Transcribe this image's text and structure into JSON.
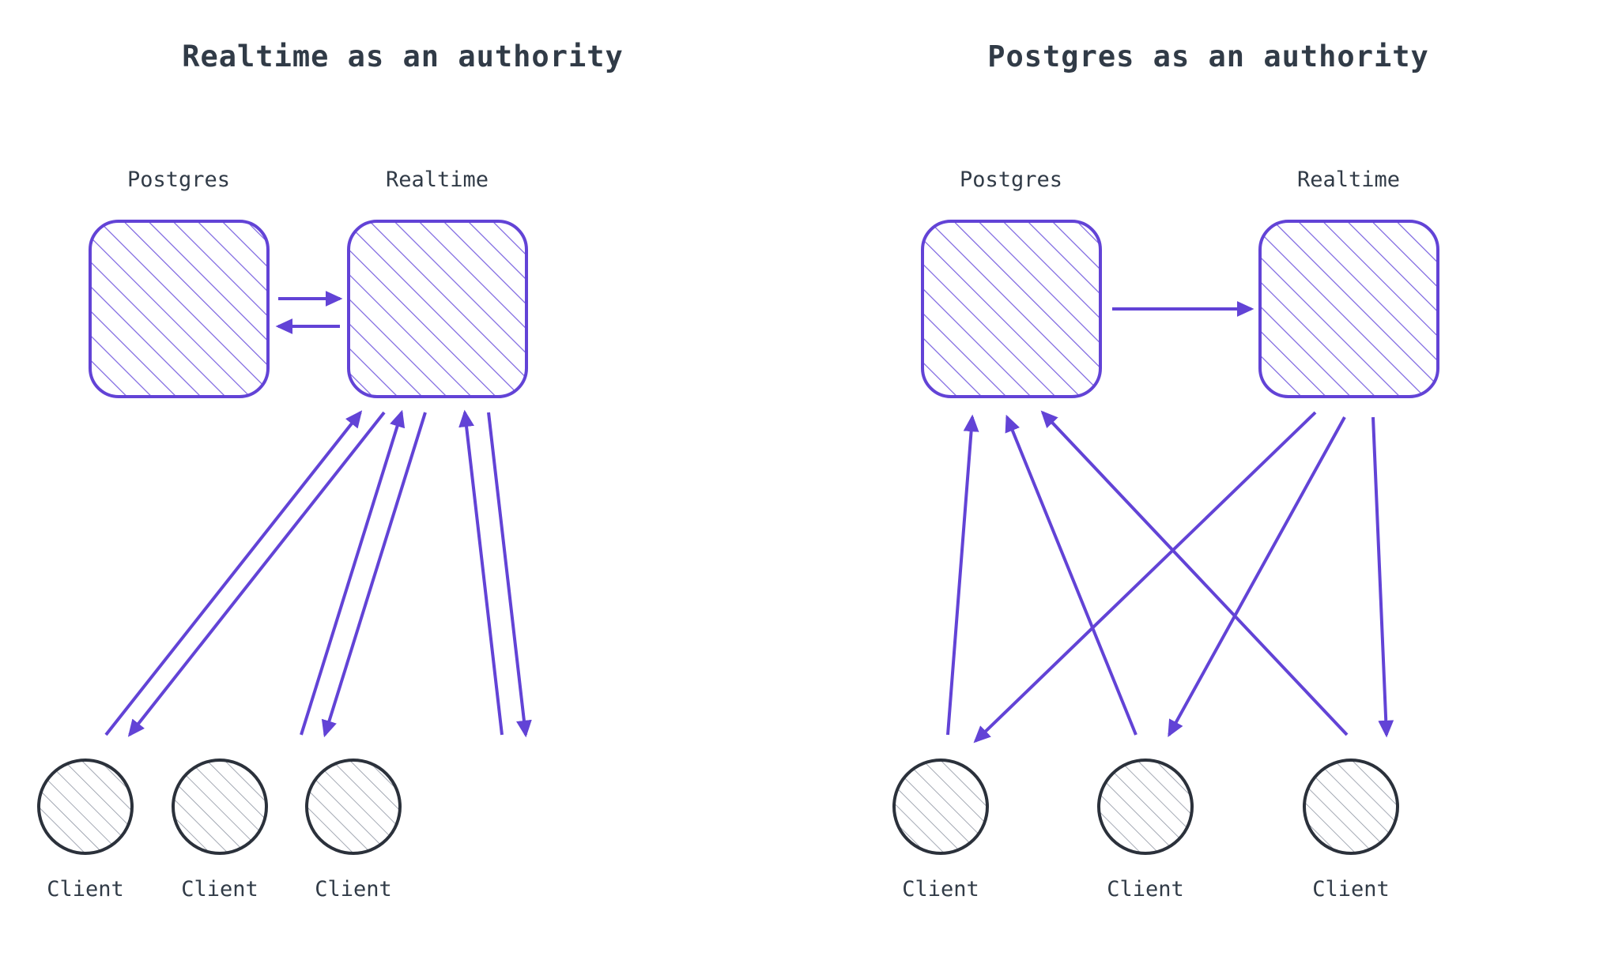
{
  "diagram": {
    "type": "architecture-comparison",
    "background": "#ffffff",
    "accent_color": "#6243d6",
    "node_stroke_dark": "#2b313b",
    "hatch_color_purple": "#7a62e0",
    "hatch_color_gray": "#8d93a1",
    "text_color": "#313b47"
  },
  "panels": [
    {
      "id": "realtime-authority",
      "title": "Realtime as an authority",
      "services": [
        {
          "id": "postgres",
          "label": "Postgres"
        },
        {
          "id": "realtime",
          "label": "Realtime"
        }
      ],
      "clients": [
        {
          "id": "client-1",
          "label": "Client"
        },
        {
          "id": "client-2",
          "label": "Client"
        },
        {
          "id": "client-3",
          "label": "Client"
        }
      ],
      "edges": [
        {
          "from": "postgres",
          "to": "realtime",
          "direction": "forward"
        },
        {
          "from": "realtime",
          "to": "postgres",
          "direction": "forward"
        },
        {
          "from": "client-1",
          "to": "realtime",
          "direction": "bidirectional"
        },
        {
          "from": "client-2",
          "to": "realtime",
          "direction": "bidirectional"
        },
        {
          "from": "client-3",
          "to": "realtime",
          "direction": "bidirectional"
        }
      ]
    },
    {
      "id": "postgres-authority",
      "title": "Postgres as an authority",
      "services": [
        {
          "id": "postgres",
          "label": "Postgres"
        },
        {
          "id": "realtime",
          "label": "Realtime"
        }
      ],
      "clients": [
        {
          "id": "client-1",
          "label": "Client"
        },
        {
          "id": "client-2",
          "label": "Client"
        },
        {
          "id": "client-3",
          "label": "Client"
        }
      ],
      "edges": [
        {
          "from": "postgres",
          "to": "realtime",
          "direction": "forward"
        },
        {
          "from": "client-1",
          "to": "postgres",
          "direction": "forward"
        },
        {
          "from": "client-2",
          "to": "postgres",
          "direction": "forward"
        },
        {
          "from": "client-3",
          "to": "postgres",
          "direction": "forward"
        },
        {
          "from": "realtime",
          "to": "client-1",
          "direction": "forward"
        },
        {
          "from": "realtime",
          "to": "client-2",
          "direction": "forward"
        },
        {
          "from": "realtime",
          "to": "client-3",
          "direction": "forward"
        }
      ]
    }
  ]
}
